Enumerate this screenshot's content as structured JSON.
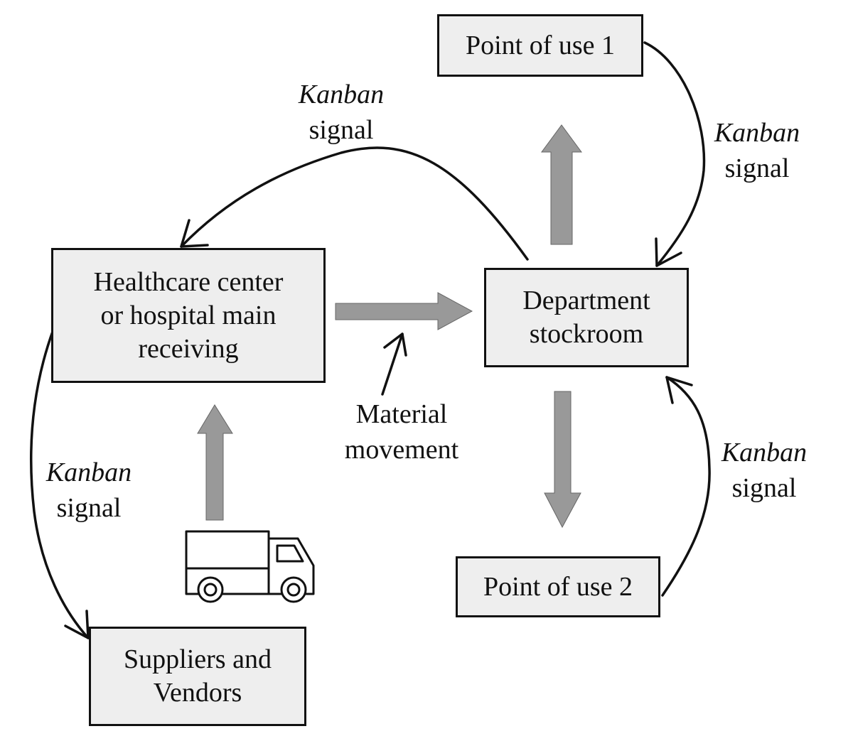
{
  "boxes": {
    "point_of_use_1": "Point of use 1",
    "hospital": [
      "Healthcare center",
      "or hospital main",
      "receiving"
    ],
    "department": [
      "Department",
      "stockroom"
    ],
    "point_of_use_2": "Point of use 2",
    "suppliers": [
      "Suppliers and",
      "Vendors"
    ]
  },
  "labels": {
    "kanban_top": {
      "line1": "Kanban",
      "line2": "signal"
    },
    "kanban_right": {
      "line1": "Kanban",
      "line2": "signal"
    },
    "kanban_left": {
      "line1": "Kanban",
      "line2": "signal"
    },
    "kanban_bottom_right": {
      "line1": "Kanban",
      "line2": "signal"
    },
    "material_movement": [
      "Material",
      "movement"
    ]
  },
  "colors": {
    "box_fill": "#eeeeee",
    "box_border": "#111111",
    "material_arrow": "#999999",
    "signal_line": "#111111"
  },
  "icons": {
    "truck": "delivery-truck-icon"
  }
}
